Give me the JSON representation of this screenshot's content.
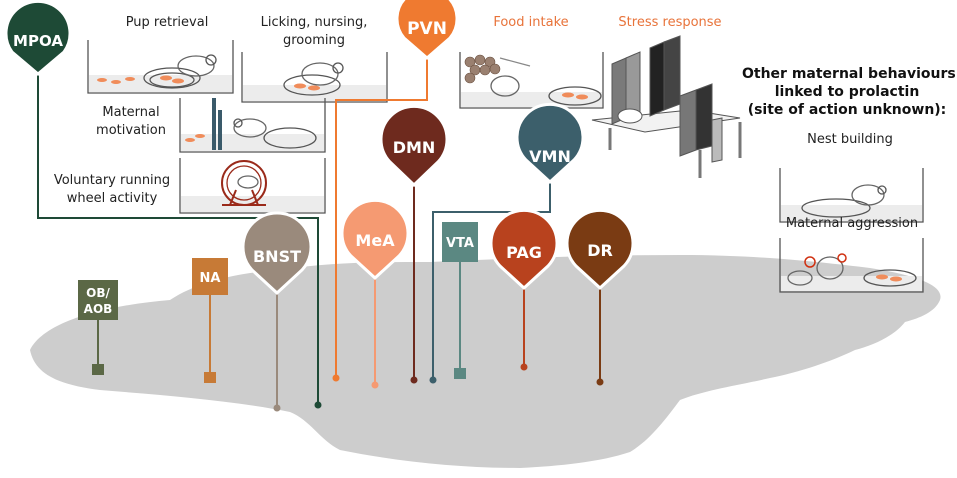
{
  "regions": {
    "mpoa": "MPOA",
    "pvn": "PVN",
    "dmn": "DMN",
    "vmn": "VMN",
    "mea": "MeA",
    "bnst": "BNST",
    "vta": "VTA",
    "pag": "PAG",
    "dr": "DR",
    "na": "NA",
    "ob_line1": "OB/",
    "ob_line2": "AOB"
  },
  "behaviours": {
    "pup_retrieval": "Pup retrieval",
    "licking_line1": "Licking, nursing,",
    "licking_line2": "grooming",
    "maternal_motivation_line1": "Maternal",
    "maternal_motivation_line2": "motivation",
    "running_line1": "Voluntary running",
    "running_line2": "wheel activity",
    "food_intake": "Food intake",
    "stress_response": "Stress response"
  },
  "other": {
    "title_line1": "Other maternal behaviours",
    "title_line2": "linked to prolactin",
    "title_line3": "(site of action unknown):",
    "nest_building": "Nest building",
    "maternal_aggression": "Maternal aggression"
  },
  "colors": {
    "mpoa": "#1e4a36",
    "pvn": "#ef7a30",
    "dmn": "#6e2a1e",
    "vmn": "#3c5f6b",
    "mea": "#f59a72",
    "bnst": "#9a8a7c",
    "vta": "#5b8882",
    "pag": "#b8421e",
    "dr": "#7a3b13",
    "na": "#c77a36",
    "ob": "#5b6846",
    "brain": "#cfcfcf"
  }
}
